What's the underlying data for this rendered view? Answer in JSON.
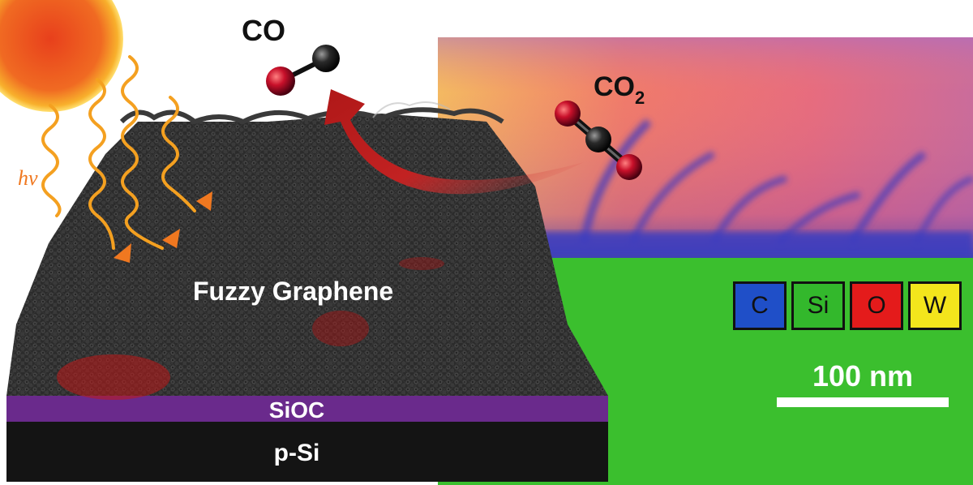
{
  "labels": {
    "co": "CO",
    "co2_main": "CO",
    "co2_sub": "2",
    "hv": "hv",
    "fuzzy_graphene": "Fuzzy Graphene",
    "sioc": "SiOC",
    "psi": "p-Si"
  },
  "legend": [
    {
      "label": "C",
      "color": "#1f4fc8"
    },
    {
      "label": "Si",
      "color": "#33b82c"
    },
    {
      "label": "O",
      "color": "#e41b1b"
    },
    {
      "label": "W",
      "color": "#f3e51c"
    }
  ],
  "scale_bar": {
    "label": "100 nm"
  },
  "colors": {
    "sun": "#f07020",
    "wave": "#f4a020",
    "arrow": "#c42828",
    "sioc_layer": "#6a2a8c",
    "psi_layer": "#141414",
    "graphene": "#2e2e2e",
    "map_green": "#3bbf2e"
  }
}
